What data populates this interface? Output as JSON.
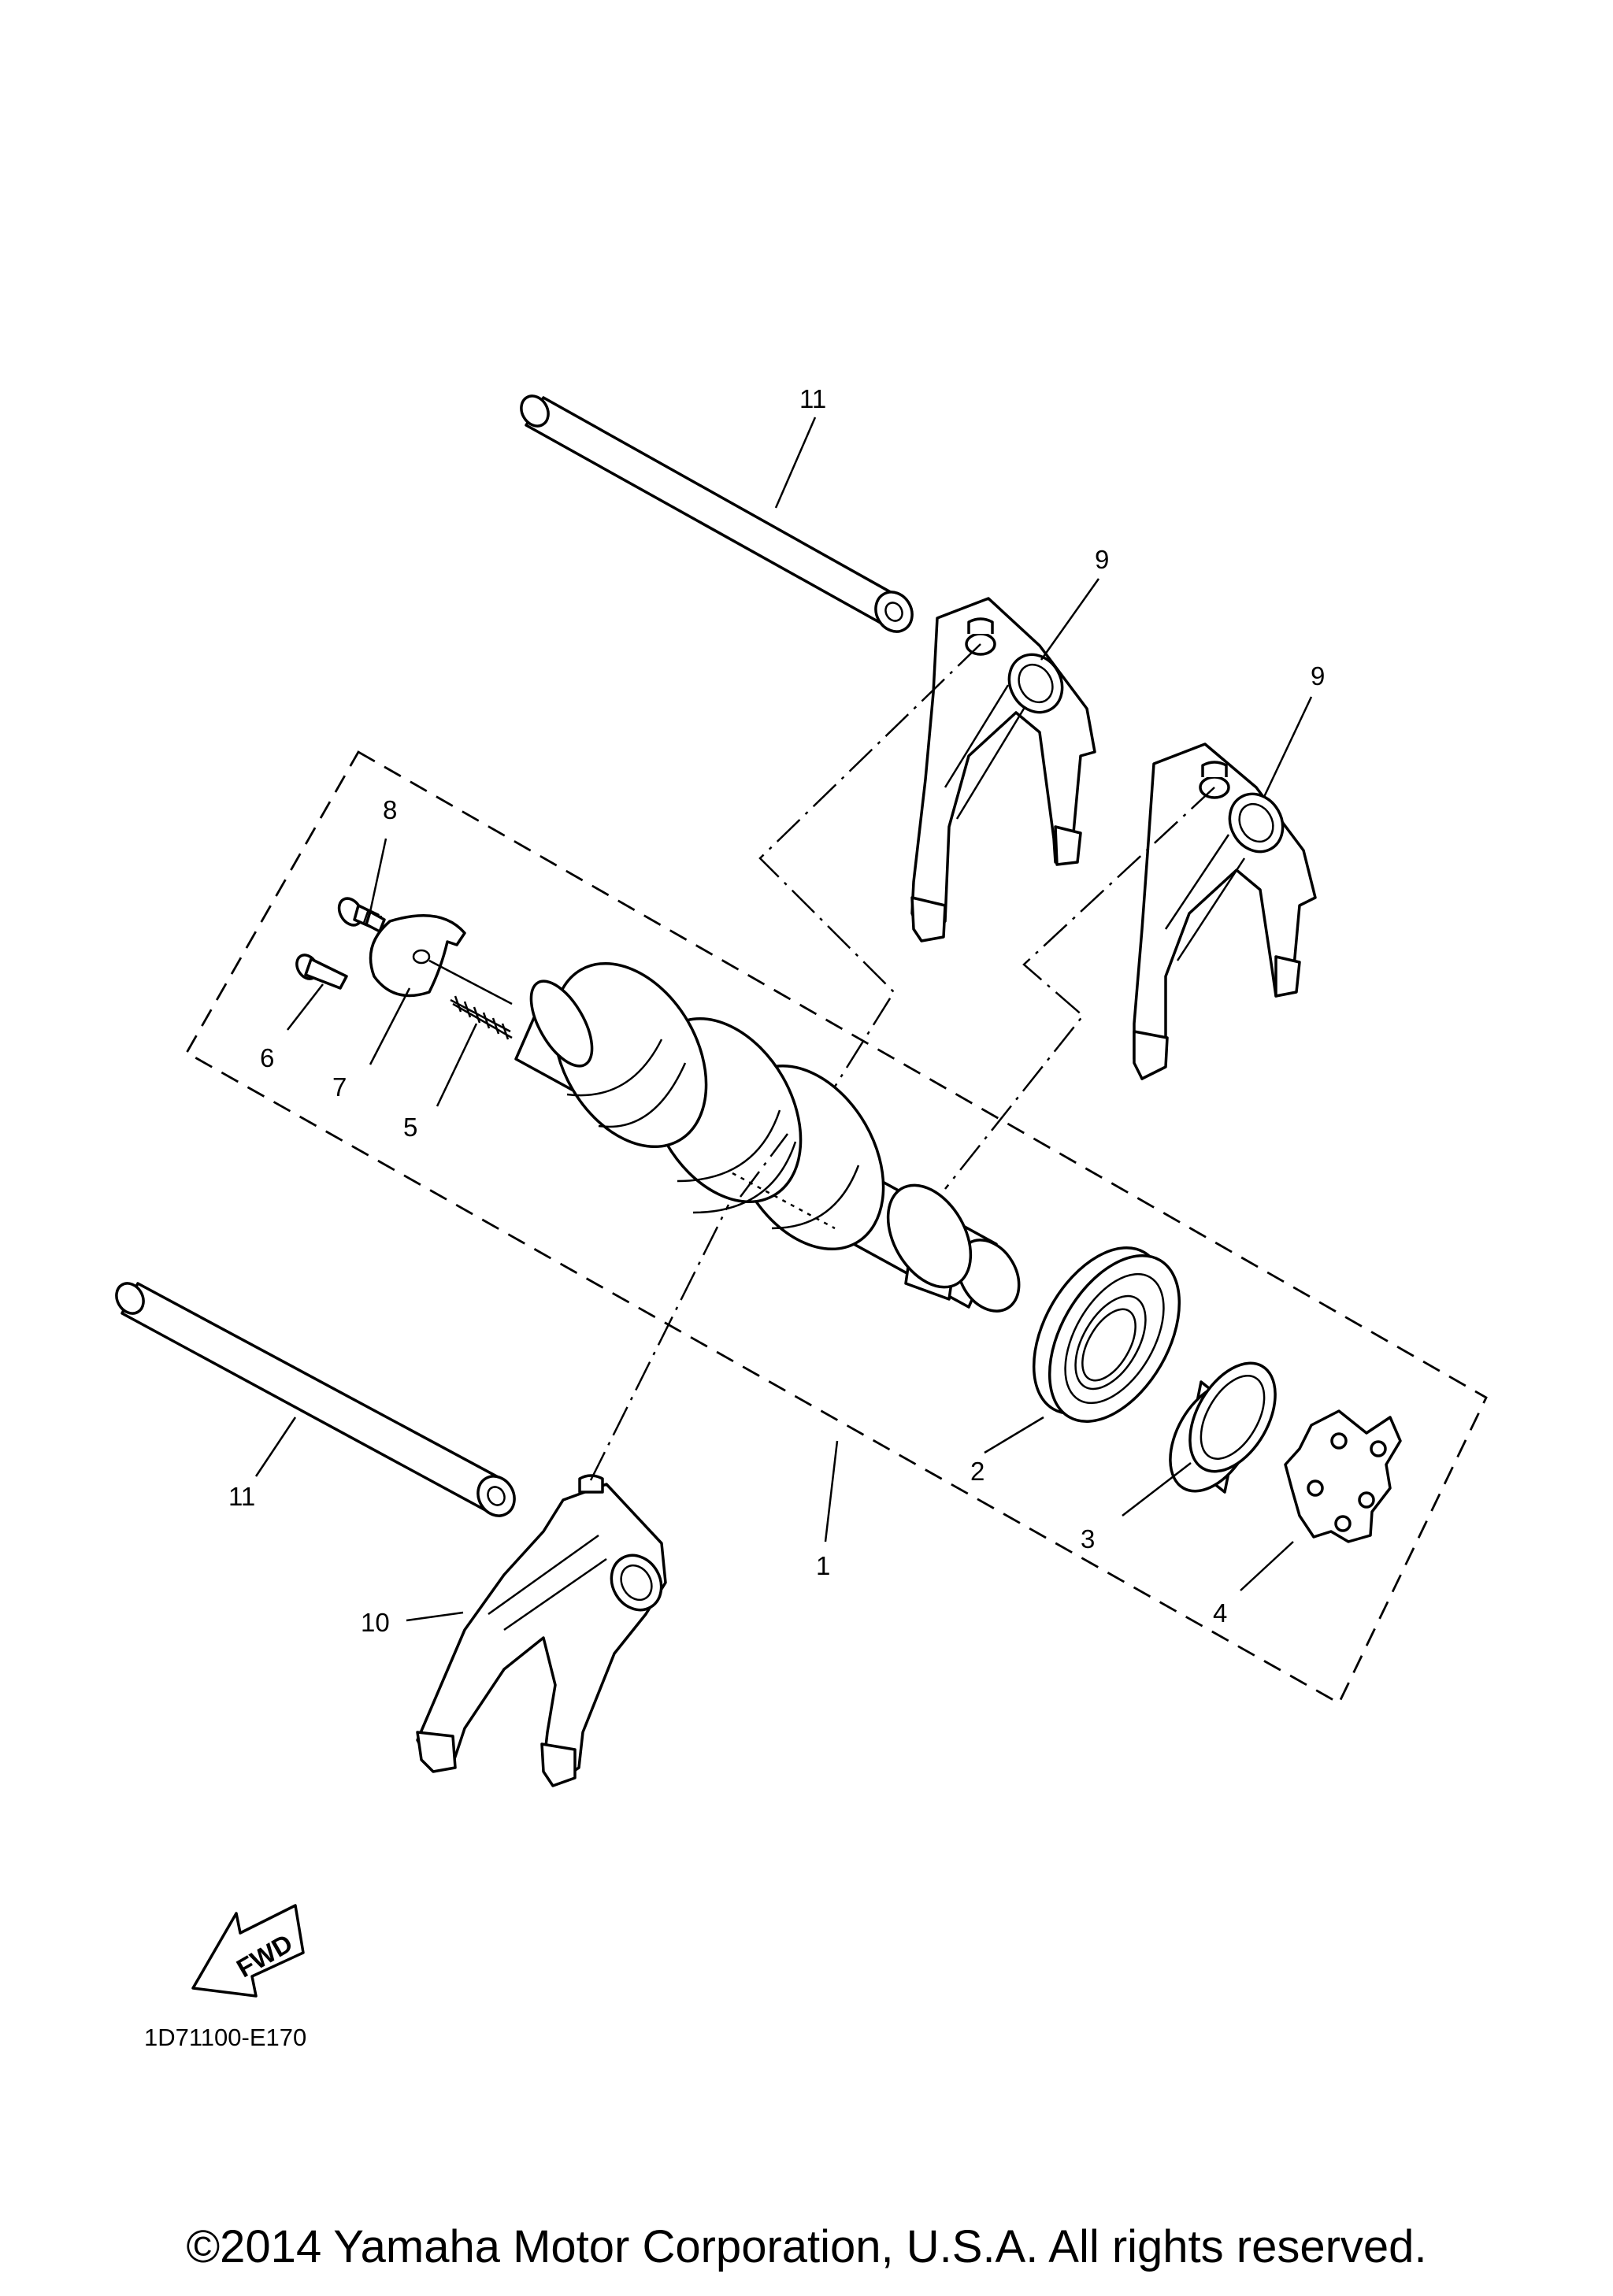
{
  "diagram": {
    "callouts": {
      "c1": "1",
      "c2": "2",
      "c3": "3",
      "c4": "4",
      "c5": "5",
      "c6": "6",
      "c7": "7",
      "c8": "8",
      "c9a": "9",
      "c9b": "9",
      "c10": "10",
      "c11a": "11",
      "c11b": "11"
    },
    "fwd_arrow_label": "FWD",
    "diagram_code": "1D71100-E170"
  },
  "footer": {
    "copyright": "©2014 Yamaha Motor Corporation, U.S.A. All rights reserved."
  }
}
